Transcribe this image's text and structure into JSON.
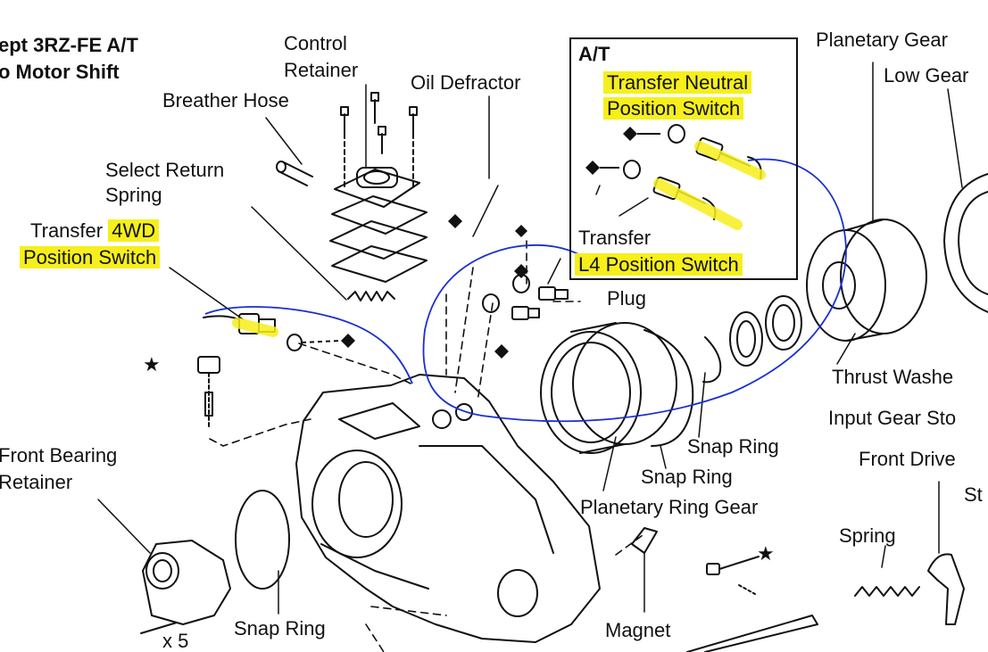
{
  "title": {
    "line1": "ept 3RZ-FE A/T",
    "line2": "o Motor Shift"
  },
  "inset": {
    "title": "A/T",
    "neutral_switch": [
      "Transfer Neutral",
      "Position Switch"
    ],
    "l4_switch": [
      "Transfer",
      "L4 Position Switch"
    ]
  },
  "labels": {
    "control_retainer": [
      "Control",
      "Retainer"
    ],
    "oil_defractor": "Oil Defractor",
    "breather_hose": "Breather Hose",
    "select_return_spring": [
      "Select Return",
      "Spring"
    ],
    "transfer_4wd_prefix": "Transfer",
    "transfer_4wd_hl": "4WD",
    "transfer_4wd_line2": "Position Switch",
    "plug": "Plug",
    "planetary_gear": "Planetary Gear",
    "low_gear": "Low Gear",
    "thrust_washer": "Thrust Washe",
    "input_gear_stop": "Input Gear Sto",
    "front_drive": "Front Drive",
    "st": "St",
    "snap_ring_1": "Snap Ring",
    "snap_ring_2": "Snap Ring",
    "snap_ring_3": "Snap Ring",
    "planetary_ring_gear": "Planetary Ring Gear",
    "front_bearing_retainer": [
      "Front Bearing",
      "Retainer"
    ],
    "spring": "Spring",
    "magnet": "Magnet",
    "x5": "x 5"
  },
  "colors": {
    "highlight": "#f6ef1c",
    "annotation": "#1a2fd0",
    "ink": "#111111"
  },
  "symbols": {
    "star": "★",
    "diamond": "◆"
  }
}
